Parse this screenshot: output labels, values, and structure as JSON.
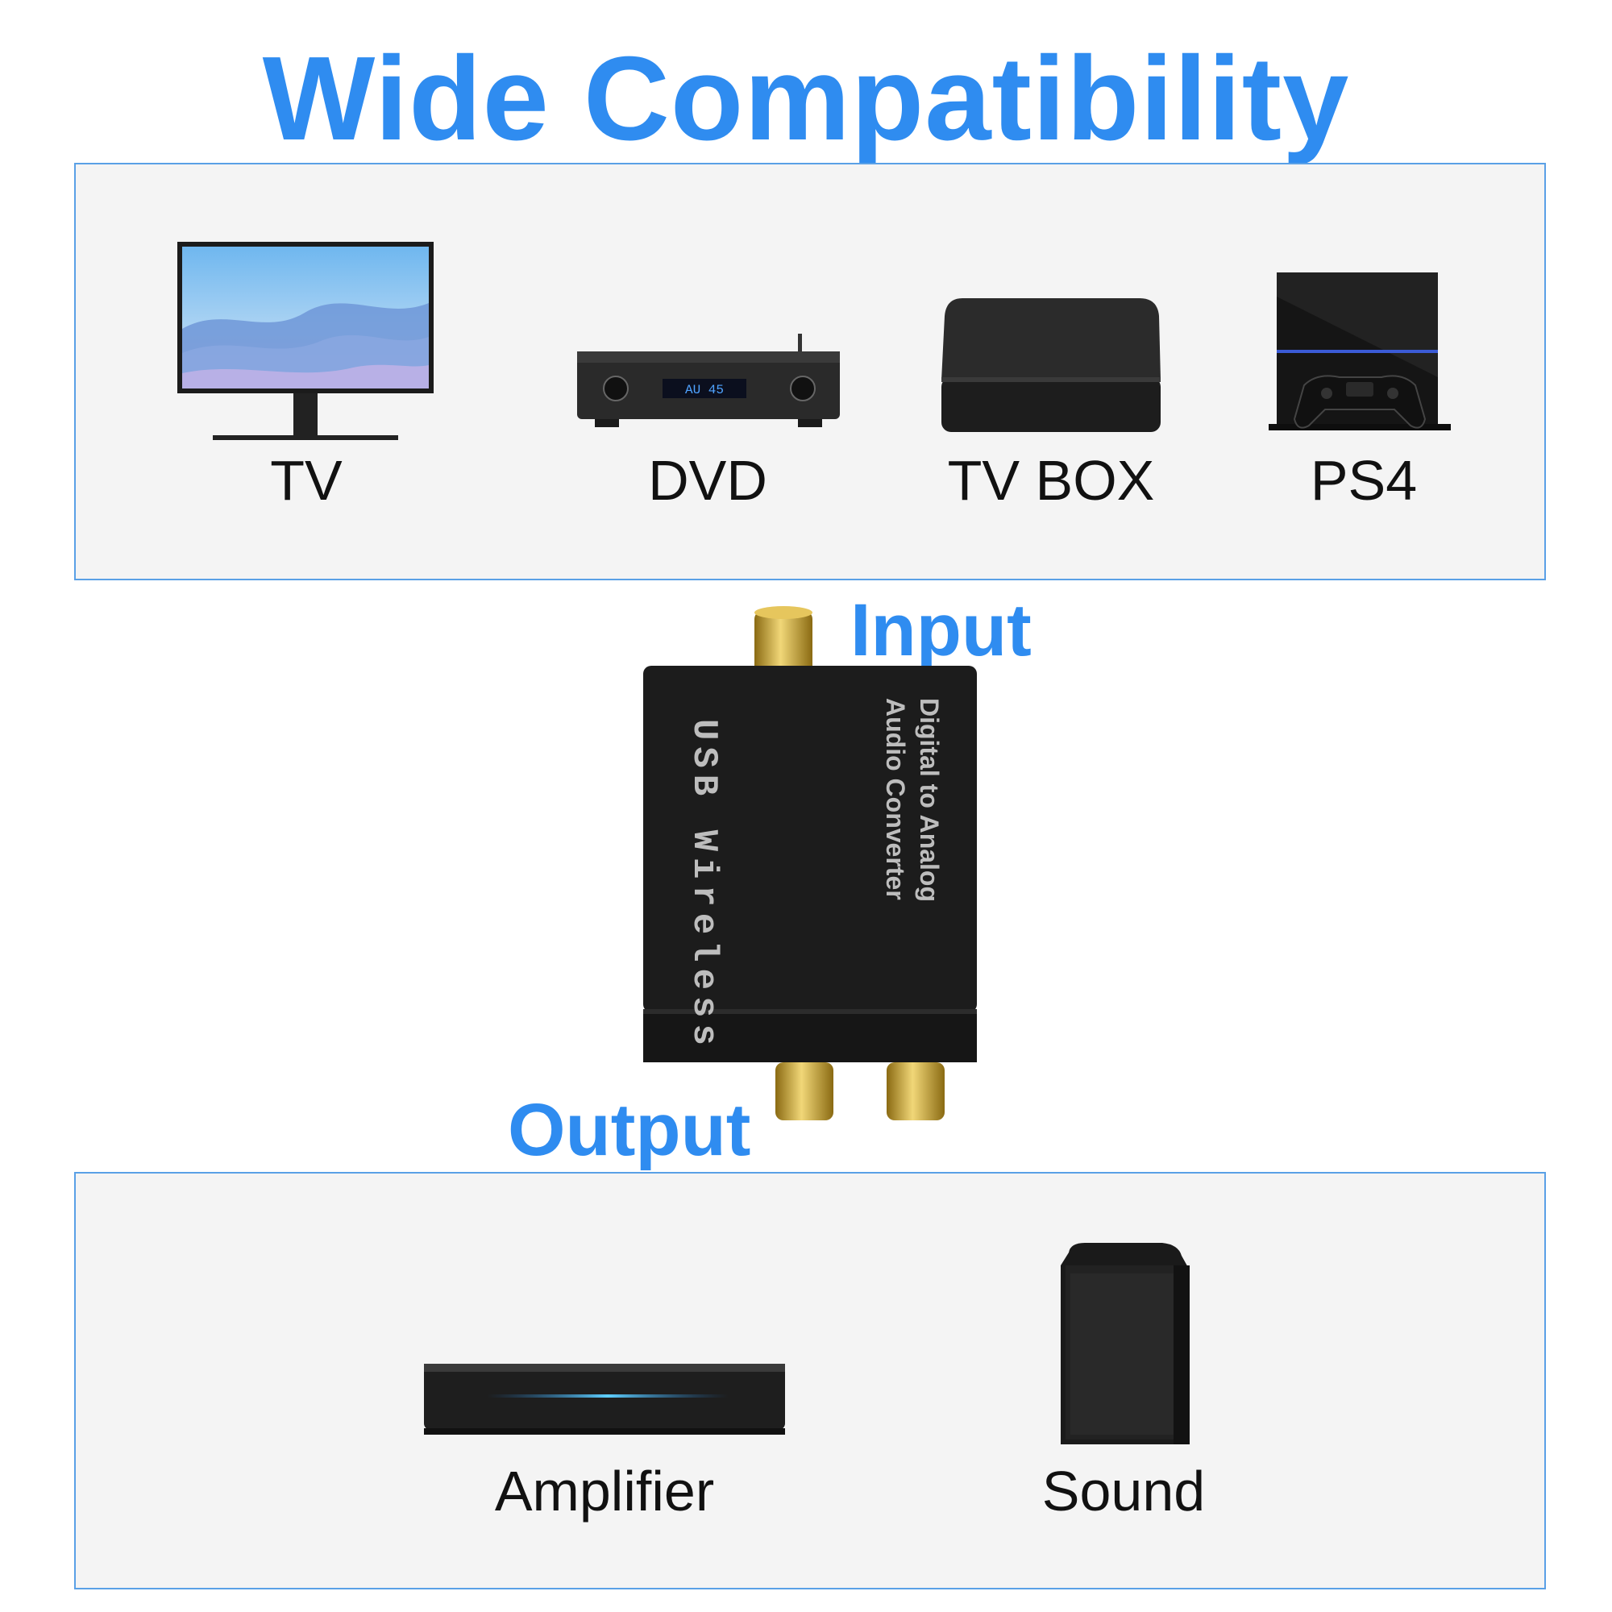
{
  "title": "Wide Compatibility",
  "input_devices": [
    {
      "label": "TV",
      "icon": "tv-monitor-icon"
    },
    {
      "label": "DVD",
      "icon": "av-receiver-icon"
    },
    {
      "label": "TV BOX",
      "icon": "tv-box-icon"
    },
    {
      "label": "PS4",
      "icon": "ps4-console-icon"
    }
  ],
  "converter": {
    "input_label": "Input",
    "output_label": "Output",
    "side_text": "USB Wireless",
    "main_text_line1": "Digital to Analog",
    "main_text_line2": "Audio Converter",
    "display_text": "AU 45"
  },
  "output_devices": [
    {
      "label": "Amplifier",
      "icon": "amplifier-icon"
    },
    {
      "label": "Sound",
      "icon": "speaker-icon"
    }
  ],
  "colors": {
    "accent": "#2f8cf0",
    "panel": "#f4f4f4",
    "panel_border": "#5aa0e6",
    "device": "#1a1a1a",
    "gold": "#c9a227"
  }
}
